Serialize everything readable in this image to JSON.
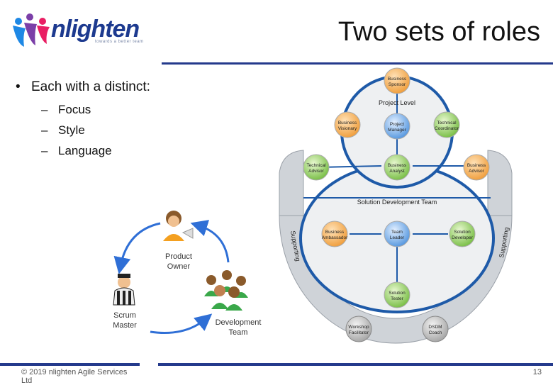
{
  "logo": {
    "word": "nlighten",
    "tagline": "towards a better team"
  },
  "title": "Two sets of roles",
  "bullet": {
    "text": "Each with a distinct:",
    "subitems": [
      "Focus",
      "Style",
      "Language"
    ]
  },
  "scrum_diagram": {
    "roles": [
      {
        "line1": "Product",
        "line2": "Owner"
      },
      {
        "line1": "Scrum",
        "line2": "Master"
      },
      {
        "line1": "Development",
        "line2": "Team"
      }
    ]
  },
  "dsdm_diagram": {
    "project_level_label": "Project Level",
    "solution_team_label": "Solution Development Team",
    "supporting_left": "Supporting",
    "supporting_right": "Supporting",
    "roles": {
      "business_sponsor": [
        "Business",
        "Sponsor"
      ],
      "business_visionary": [
        "Business",
        "Visionary"
      ],
      "project_manager": [
        "Project",
        "Manager"
      ],
      "technical_coordinator": [
        "Technical",
        "Coordinator"
      ],
      "technical_advisor": [
        "Technical",
        "Advisor"
      ],
      "business_analyst": [
        "Business",
        "Analyst"
      ],
      "business_advisor": [
        "Business",
        "Advisor"
      ],
      "business_ambassador": [
        "Business",
        "Ambassador"
      ],
      "team_leader": [
        "Team",
        "Leader"
      ],
      "solution_developer": [
        "Solution",
        "Developer"
      ],
      "solution_tester": [
        "Solution",
        "Tester"
      ],
      "workshop_facilitator": [
        "Workshop",
        "Facilitator"
      ],
      "dsdm_coach": [
        "DSDM",
        "Coach"
      ]
    }
  },
  "footer": {
    "copyright": "© 2019 nlighten Agile Services Ltd",
    "page_number": "13"
  }
}
